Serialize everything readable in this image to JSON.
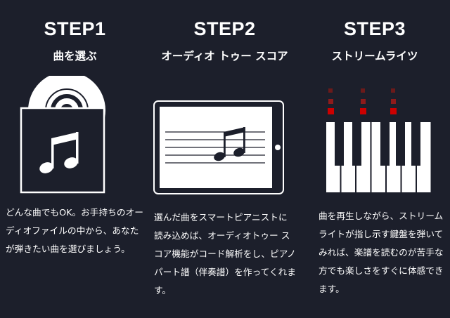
{
  "colors": {
    "background": "#1c1f2b",
    "text": "#ffffff",
    "accent": "#cc0000",
    "accent_dim": "#6b1a1a"
  },
  "steps": [
    {
      "title": "STEP1",
      "subtitle": "曲を選ぶ",
      "icon": "music-album-icon",
      "description": "どんな曲でもOK。お手持ちのオーディオファイルの中から、あなたが弾きたい曲を選びましょう。"
    },
    {
      "title": "STEP2",
      "subtitle": "オーディオ トゥー スコア",
      "icon": "tablet-score-icon",
      "description": "選んだ曲をスマートピアニストに読み込めば、オーディオトゥー スコア機能がコード解析をし、ピアノパート譜（伴奏譜）を作ってくれます。"
    },
    {
      "title": "STEP3",
      "subtitle": "ストリームライツ",
      "icon": "piano-stream-lights-icon",
      "description": "曲を再生しながら、ストリームライトが指し示す鍵盤を弾いてみれば、楽譜を読むのが苦手な方でも楽しさをすぐに体感できます。"
    }
  ]
}
